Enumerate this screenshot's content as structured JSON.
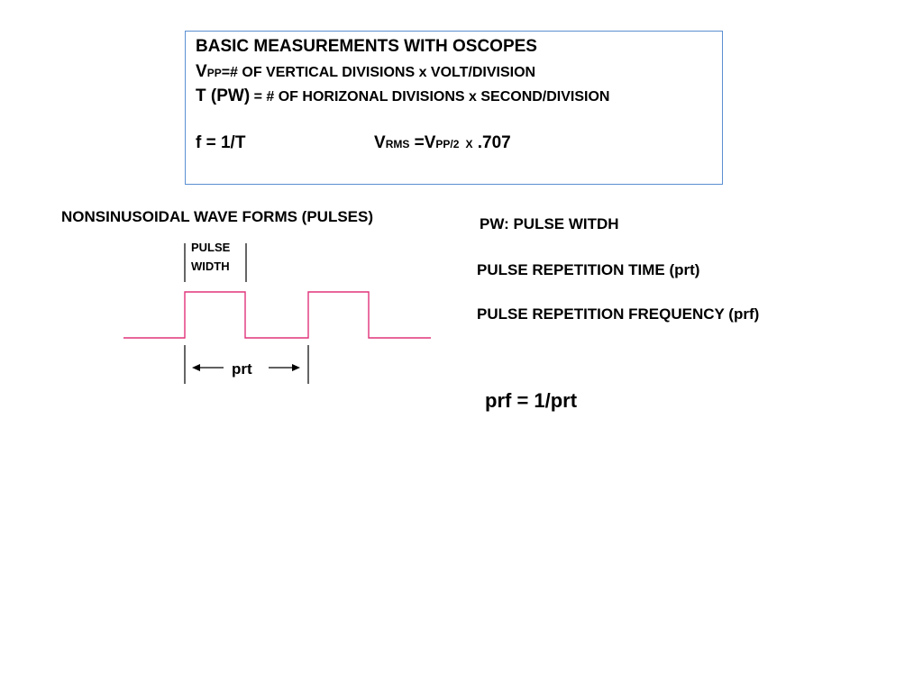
{
  "formula_box": {
    "title": "BASIC MEASUREMENTS WITH OSCOPES",
    "vpp_symbol": "V",
    "vpp_subscript": "PP",
    "vpp_rest": "=# OF VERTICAL DIVISIONS x VOLT/DIVISION",
    "period_symbol": "T (PW)",
    "period_rest": " = # OF HORIZONAL DIVISIONS x SECOND/DIVISION",
    "freq_formula": "f = 1/T",
    "vrms_symbol": "V",
    "vrms_subscript": "RMS",
    "vrms_equals": " =V",
    "vrms_pp_sub": "PP/2",
    "vrms_x": "X",
    "vrms_factor": " .707",
    "border_color": "#5b8fd1"
  },
  "waveform_section": {
    "heading": "NONSINUSOIDAL WAVE FORMS (PULSES)",
    "pulse_label_line1": "PULSE",
    "pulse_label_line2": "WIDTH",
    "prt_label": "prt",
    "wave_color": "#e0337a"
  },
  "definitions": {
    "pw": "PW: PULSE WITDH",
    "prt": "PULSE REPETITION TIME (prt)",
    "prf": "PULSE REPETITION FREQUENCY (prf)"
  },
  "formula": "prf = 1/prt"
}
